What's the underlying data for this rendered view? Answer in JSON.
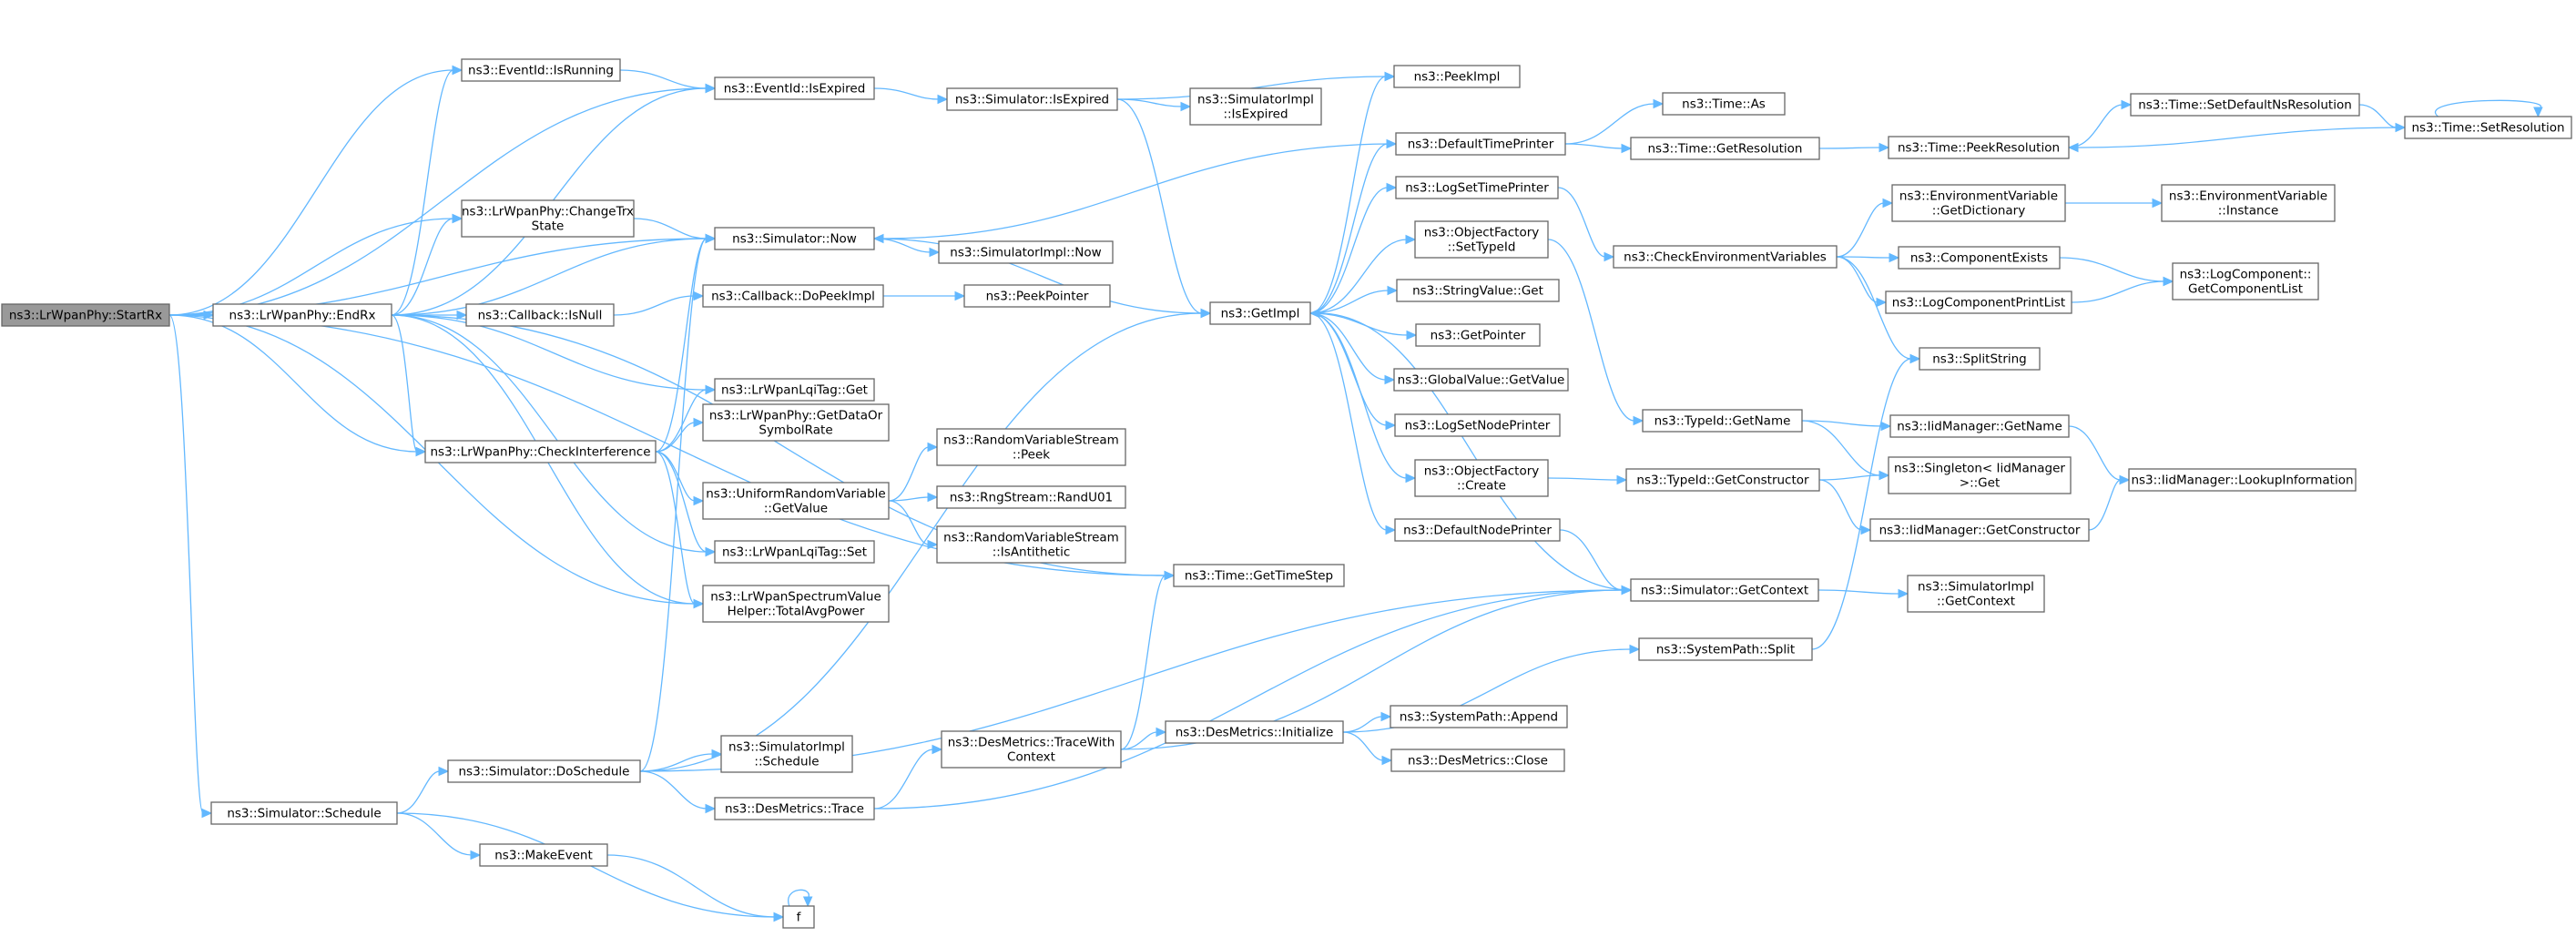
{
  "colors": {
    "edge": "#63b8ff",
    "node_border": "#666666",
    "root_fill": "#999999",
    "node_fill": "#ffffff"
  },
  "nodes": [
    {
      "id": "startrx",
      "lines": [
        "ns3::LrWpanPhy::StartRx"
      ],
      "root": true
    },
    {
      "id": "endrx",
      "lines": [
        "ns3::LrWpanPhy::EndRx"
      ]
    },
    {
      "id": "isrunning",
      "lines": [
        "ns3::EventId::IsRunning"
      ]
    },
    {
      "id": "isexpired",
      "lines": [
        "ns3::EventId::IsExpired"
      ]
    },
    {
      "id": "simisexp",
      "lines": [
        "ns3::Simulator::IsExpired"
      ]
    },
    {
      "id": "simimplisexp",
      "lines": [
        "ns3::SimulatorImpl",
        "::IsExpired"
      ]
    },
    {
      "id": "changetrx",
      "lines": [
        "ns3::LrWpanPhy::ChangeTrx",
        "State"
      ]
    },
    {
      "id": "simnow",
      "lines": [
        "ns3::Simulator::Now"
      ]
    },
    {
      "id": "simimplnow",
      "lines": [
        "ns3::SimulatorImpl::Now"
      ]
    },
    {
      "id": "cbisnull",
      "lines": [
        "ns3::Callback::IsNull"
      ]
    },
    {
      "id": "dopeekimpl",
      "lines": [
        "ns3::Callback::DoPeekImpl"
      ]
    },
    {
      "id": "peekpointer",
      "lines": [
        "ns3::PeekPointer"
      ]
    },
    {
      "id": "lqiget",
      "lines": [
        "ns3::LrWpanLqiTag::Get"
      ]
    },
    {
      "id": "checkinterf",
      "lines": [
        "ns3::LrWpanPhy::CheckInterference"
      ]
    },
    {
      "id": "getdatarate",
      "lines": [
        "ns3::LrWpanPhy::GetDataOr",
        "SymbolRate"
      ]
    },
    {
      "id": "rvspeek",
      "lines": [
        "ns3::RandomVariableStream",
        "::Peek"
      ]
    },
    {
      "id": "urvgetvalue",
      "lines": [
        "ns3::UniformRandomVariable",
        "::GetValue"
      ]
    },
    {
      "id": "randu01",
      "lines": [
        "ns3::RngStream::RandU01"
      ]
    },
    {
      "id": "rvsanti",
      "lines": [
        "ns3::RandomVariableStream",
        "::IsAntithetic"
      ]
    },
    {
      "id": "lqiset",
      "lines": [
        "ns3::LrWpanLqiTag::Set"
      ]
    },
    {
      "id": "totalavg",
      "lines": [
        "ns3::LrWpanSpectrumValue",
        "Helper::TotalAvgPower"
      ]
    },
    {
      "id": "simschedule",
      "lines": [
        "ns3::Simulator::Schedule"
      ]
    },
    {
      "id": "doschedule",
      "lines": [
        "ns3::Simulator::DoSchedule"
      ]
    },
    {
      "id": "simimplsched",
      "lines": [
        "ns3::SimulatorImpl",
        "::Schedule"
      ]
    },
    {
      "id": "destrace",
      "lines": [
        "ns3::DesMetrics::Trace"
      ]
    },
    {
      "id": "makeevent",
      "lines": [
        "ns3::MakeEvent"
      ]
    },
    {
      "id": "f",
      "lines": [
        "f"
      ]
    },
    {
      "id": "getimpl",
      "lines": [
        "ns3::GetImpl"
      ]
    },
    {
      "id": "peekimpl",
      "lines": [
        "ns3::PeekImpl"
      ]
    },
    {
      "id": "deftimeprinter",
      "lines": [
        "ns3::DefaultTimePrinter"
      ]
    },
    {
      "id": "logsettimeprinter",
      "lines": [
        "ns3::LogSetTimePrinter"
      ]
    },
    {
      "id": "ofsettypeid",
      "lines": [
        "ns3::ObjectFactory",
        "::SetTypeId"
      ]
    },
    {
      "id": "stringvalueget",
      "lines": [
        "ns3::StringValue::Get"
      ]
    },
    {
      "id": "getpointer",
      "lines": [
        "ns3::GetPointer"
      ]
    },
    {
      "id": "gvgetvalue",
      "lines": [
        "ns3::GlobalValue::GetValue"
      ]
    },
    {
      "id": "logsetnodeprinter",
      "lines": [
        "ns3::LogSetNodePrinter"
      ]
    },
    {
      "id": "ofcreate",
      "lines": [
        "ns3::ObjectFactory",
        "::Create"
      ]
    },
    {
      "id": "defnodeprinter",
      "lines": [
        "ns3::DefaultNodePrinter"
      ]
    },
    {
      "id": "timegetstep",
      "lines": [
        "ns3::Time::GetTimeStep"
      ]
    },
    {
      "id": "tracewithctx",
      "lines": [
        "ns3::DesMetrics::TraceWith",
        "Context"
      ]
    },
    {
      "id": "desinit",
      "lines": [
        "ns3::DesMetrics::Initialize"
      ]
    },
    {
      "id": "spappend",
      "lines": [
        "ns3::SystemPath::Append"
      ]
    },
    {
      "id": "desclose",
      "lines": [
        "ns3::DesMetrics::Close"
      ]
    },
    {
      "id": "timeas",
      "lines": [
        "ns3::Time::As"
      ]
    },
    {
      "id": "timegetres",
      "lines": [
        "ns3::Time::GetResolution"
      ]
    },
    {
      "id": "checkenv",
      "lines": [
        "ns3::CheckEnvironmentVariables"
      ]
    },
    {
      "id": "tidgetname",
      "lines": [
        "ns3::TypeId::GetName"
      ]
    },
    {
      "id": "tidgetctor",
      "lines": [
        "ns3::TypeId::GetConstructor"
      ]
    },
    {
      "id": "simgetctx",
      "lines": [
        "ns3::Simulator::GetContext"
      ]
    },
    {
      "id": "spsplit",
      "lines": [
        "ns3::SystemPath::Split"
      ]
    },
    {
      "id": "timepeekres",
      "lines": [
        "ns3::Time::PeekResolution"
      ]
    },
    {
      "id": "envgetdict",
      "lines": [
        "ns3::EnvironmentVariable",
        "::GetDictionary"
      ]
    },
    {
      "id": "compexists",
      "lines": [
        "ns3::ComponentExists"
      ]
    },
    {
      "id": "logcompprint",
      "lines": [
        "ns3::LogComponentPrintList"
      ]
    },
    {
      "id": "splitstring",
      "lines": [
        "ns3::SplitString"
      ]
    },
    {
      "id": "iidgetname",
      "lines": [
        "ns3::IidManager::GetName"
      ]
    },
    {
      "id": "singletonget",
      "lines": [
        "ns3::Singleton< IidManager",
        " >::Get"
      ]
    },
    {
      "id": "iidgetctor",
      "lines": [
        "ns3::IidManager::GetConstructor"
      ]
    },
    {
      "id": "simimplgetctx",
      "lines": [
        "ns3::SimulatorImpl",
        "::GetContext"
      ]
    },
    {
      "id": "timesetdefres",
      "lines": [
        "ns3::Time::SetDefaultNsResolution"
      ]
    },
    {
      "id": "timesetres",
      "lines": [
        "ns3::Time::SetResolution"
      ]
    },
    {
      "id": "envinstance",
      "lines": [
        "ns3::EnvironmentVariable",
        "::Instance"
      ]
    },
    {
      "id": "logcompgetlist",
      "lines": [
        "ns3::LogComponent::",
        "GetComponentList"
      ]
    },
    {
      "id": "iidlookup",
      "lines": [
        "ns3::IidManager::LookupInformation"
      ]
    }
  ],
  "edges": [
    [
      "startrx",
      "endrx"
    ],
    [
      "startrx",
      "isrunning"
    ],
    [
      "startrx",
      "isexpired"
    ],
    [
      "startrx",
      "simnow"
    ],
    [
      "startrx",
      "changetrx"
    ],
    [
      "startrx",
      "checkinterf"
    ],
    [
      "startrx",
      "totalavg"
    ],
    [
      "startrx",
      "timegetstep"
    ],
    [
      "startrx",
      "simschedule"
    ],
    [
      "endrx",
      "isrunning"
    ],
    [
      "endrx",
      "isexpired"
    ],
    [
      "endrx",
      "changetrx"
    ],
    [
      "endrx",
      "simnow"
    ],
    [
      "endrx",
      "cbisnull"
    ],
    [
      "endrx",
      "lqiget"
    ],
    [
      "endrx",
      "checkinterf"
    ],
    [
      "endrx",
      "lqiset"
    ],
    [
      "endrx",
      "totalavg"
    ],
    [
      "endrx",
      "timegetstep"
    ],
    [
      "isrunning",
      "isexpired"
    ],
    [
      "isexpired",
      "simisexp"
    ],
    [
      "simisexp",
      "simimplisexp"
    ],
    [
      "simisexp",
      "peekimpl"
    ],
    [
      "simisexp",
      "getimpl"
    ],
    [
      "changetrx",
      "simnow"
    ],
    [
      "simnow",
      "simimplnow"
    ],
    [
      "simnow",
      "getimpl"
    ],
    [
      "cbisnull",
      "dopeekimpl"
    ],
    [
      "dopeekimpl",
      "peekpointer"
    ],
    [
      "checkinterf",
      "simnow"
    ],
    [
      "checkinterf",
      "lqiget"
    ],
    [
      "checkinterf",
      "getdatarate"
    ],
    [
      "checkinterf",
      "urvgetvalue"
    ],
    [
      "checkinterf",
      "lqiset"
    ],
    [
      "checkinterf",
      "totalavg"
    ],
    [
      "urvgetvalue",
      "rvspeek"
    ],
    [
      "urvgetvalue",
      "randu01"
    ],
    [
      "urvgetvalue",
      "rvsanti"
    ],
    [
      "simschedule",
      "doschedule"
    ],
    [
      "simschedule",
      "makeevent"
    ],
    [
      "simschedule",
      "f"
    ],
    [
      "doschedule",
      "simnow"
    ],
    [
      "doschedule",
      "getimpl"
    ],
    [
      "doschedule",
      "simimplsched"
    ],
    [
      "doschedule",
      "destrace"
    ],
    [
      "doschedule",
      "simgetctx"
    ],
    [
      "destrace",
      "tracewithctx"
    ],
    [
      "destrace",
      "simgetctx"
    ],
    [
      "makeevent",
      "f"
    ],
    [
      "f",
      "f"
    ],
    [
      "getimpl",
      "peekimpl"
    ],
    [
      "getimpl",
      "deftimeprinter"
    ],
    [
      "getimpl",
      "logsettimeprinter"
    ],
    [
      "getimpl",
      "ofsettypeid"
    ],
    [
      "getimpl",
      "stringvalueget"
    ],
    [
      "getimpl",
      "getpointer"
    ],
    [
      "getimpl",
      "gvgetvalue"
    ],
    [
      "getimpl",
      "logsetnodeprinter"
    ],
    [
      "getimpl",
      "ofcreate"
    ],
    [
      "getimpl",
      "defnodeprinter"
    ],
    [
      "deftimeprinter",
      "simnow"
    ],
    [
      "deftimeprinter",
      "timeas"
    ],
    [
      "deftimeprinter",
      "timegetres"
    ],
    [
      "logsettimeprinter",
      "checkenv"
    ],
    [
      "ofsettypeid",
      "tidgetname"
    ],
    [
      "ofcreate",
      "tidgetctor"
    ],
    [
      "defnodeprinter",
      "simgetctx"
    ],
    [
      "tracewithctx",
      "timegetstep"
    ],
    [
      "tracewithctx",
      "simgetctx"
    ],
    [
      "tracewithctx",
      "desinit"
    ],
    [
      "desinit",
      "spappend"
    ],
    [
      "desinit",
      "desclose"
    ],
    [
      "desinit",
      "spsplit"
    ],
    [
      "timegetres",
      "timepeekres"
    ],
    [
      "checkenv",
      "envgetdict"
    ],
    [
      "checkenv",
      "compexists"
    ],
    [
      "checkenv",
      "logcompprint"
    ],
    [
      "checkenv",
      "splitstring"
    ],
    [
      "tidgetname",
      "iidgetname"
    ],
    [
      "tidgetname",
      "singletonget"
    ],
    [
      "tidgetctor",
      "singletonget"
    ],
    [
      "tidgetctor",
      "iidgetctor"
    ],
    [
      "simgetctx",
      "getimpl"
    ],
    [
      "simgetctx",
      "simimplgetctx"
    ],
    [
      "spsplit",
      "splitstring"
    ],
    [
      "timepeekres",
      "timesetdefres"
    ],
    [
      "timesetdefres",
      "timesetres"
    ],
    [
      "timesetres",
      "timepeekres"
    ],
    [
      "timesetres",
      "timesetres"
    ],
    [
      "envgetdict",
      "envinstance"
    ],
    [
      "compexists",
      "logcompgetlist"
    ],
    [
      "logcompprint",
      "logcompgetlist"
    ],
    [
      "iidgetname",
      "iidlookup"
    ],
    [
      "iidgetctor",
      "iidlookup"
    ]
  ]
}
